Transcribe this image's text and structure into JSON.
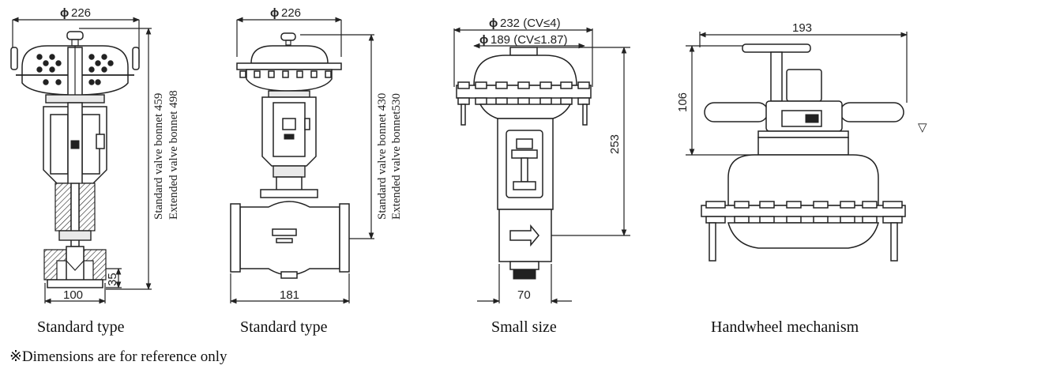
{
  "figures": [
    {
      "caption": "Standard type",
      "dim_diameter": "226",
      "dim_width": "100",
      "dim_height_small": "35",
      "dim_vertical_1": "Standard valve bonnet 459",
      "dim_vertical_2": "Extended valve bonnet 498"
    },
    {
      "caption": "Standard type",
      "dim_diameter": "226",
      "dim_width": "181",
      "dim_vertical_1": "Standard valve bonnet 430",
      "dim_vertical_2": "Extended valve bonnet530"
    },
    {
      "caption": "Small size",
      "dim_diameter_1": "232 (CV≤4)",
      "dim_diameter_2": "189 (CV≤1.87)",
      "dim_width": "70",
      "dim_height": "253"
    },
    {
      "caption": "Handwheel mechanism",
      "dim_width": "193",
      "dim_height": "106",
      "level_symbol": "▽"
    }
  ],
  "diameter_symbol": "ϕ",
  "note": "※Dimensions are for reference only"
}
